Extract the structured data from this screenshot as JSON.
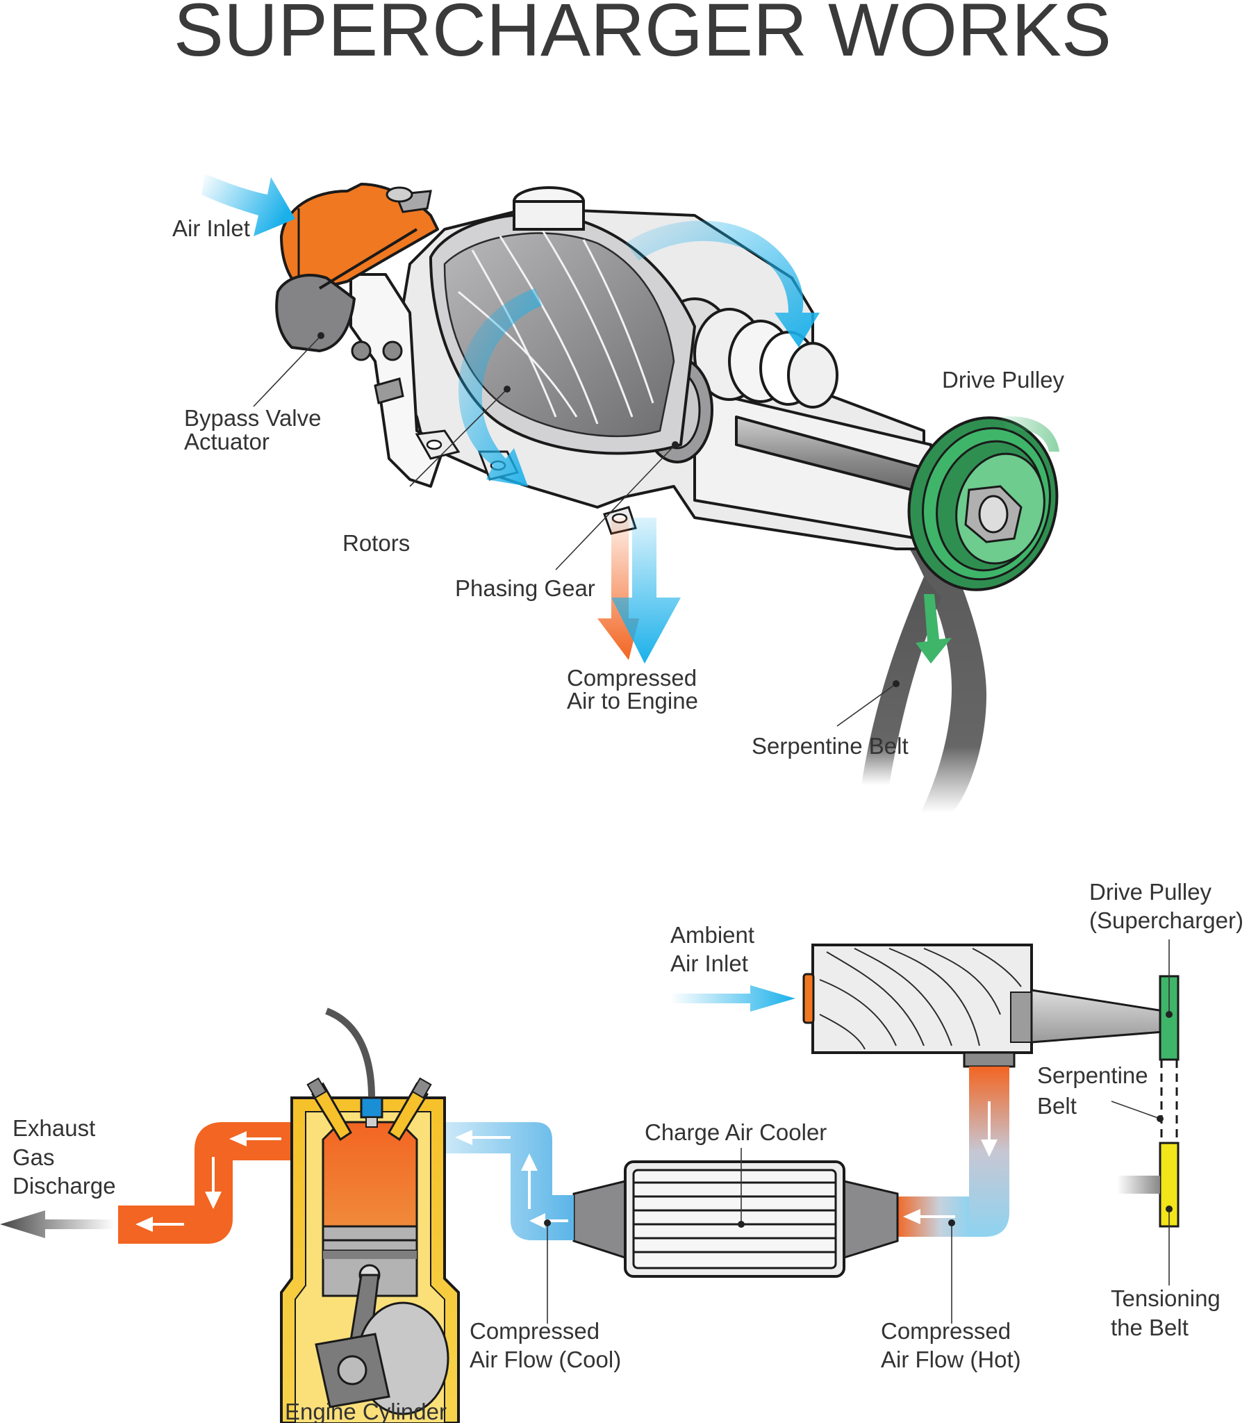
{
  "title": "SUPERCHARGER WORKS",
  "top_diagram": {
    "labels": {
      "air_inlet": "Air Inlet",
      "bypass_valve_1": "Bypass Valve",
      "bypass_valve_2": "Actuator",
      "rotors": "Rotors",
      "phasing_gear": "Phasing Gear",
      "compressed_1": "Compressed",
      "compressed_2": "Air to Engine",
      "drive_pulley": "Drive Pulley",
      "serpentine_belt": "Serpentine Belt"
    }
  },
  "bottom_diagram": {
    "labels": {
      "ambient_1": "Ambient",
      "ambient_2": "Air Inlet",
      "drive_pulley_1": "Drive Pulley",
      "drive_pulley_2": "(Supercharger)",
      "serpentine_1": "Serpentine",
      "serpentine_2": "Belt",
      "exhaust_1": "Exhaust",
      "exhaust_2": "Gas",
      "exhaust_3": "Discharge",
      "charge_air_cooler": "Charge Air Cooler",
      "cool_1": "Compressed",
      "cool_2": "Air Flow (Cool)",
      "hot_1": "Compressed",
      "hot_2": "Air Flow (Hot)",
      "tensioning_1": "Tensioning",
      "tensioning_2": "the Belt",
      "engine_cylinder": "Engine Cylinder"
    }
  },
  "colors": {
    "cold_air": "#1ab0ea",
    "hot_air": "#f26522",
    "pulley": "#3fb56a",
    "tensioner": "#f2e51a",
    "cylinder": "#f5b52a",
    "body": "#e9e9ea"
  }
}
